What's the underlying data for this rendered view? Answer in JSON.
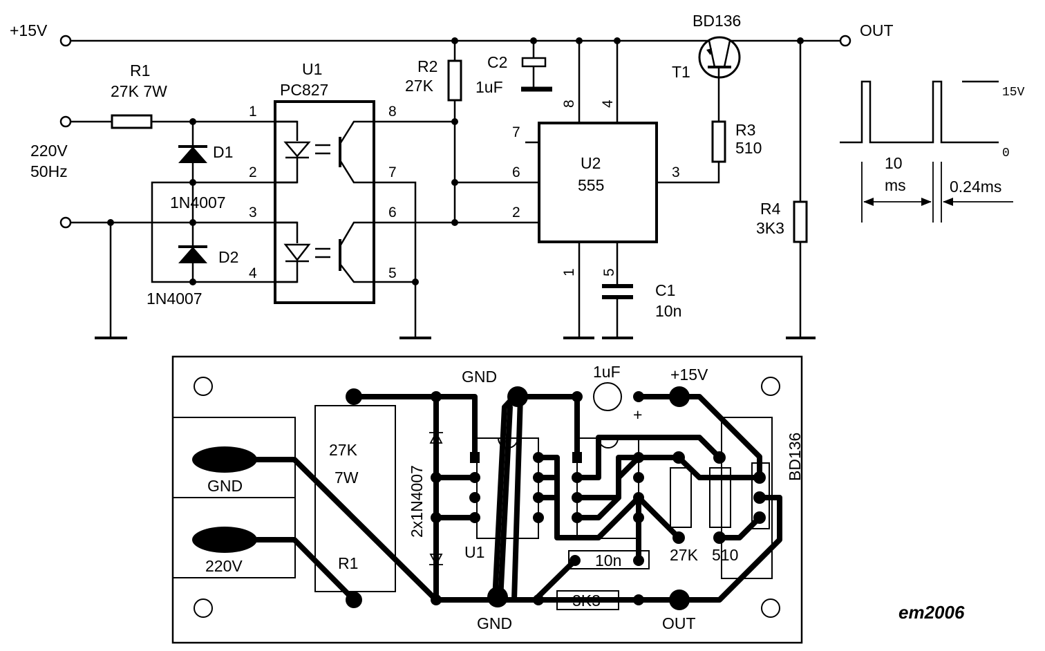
{
  "schematic": {
    "supply_label": "+15V",
    "out_label": "OUT",
    "input_label_1": "220V",
    "input_label_2": "50Hz",
    "r1": {
      "name": "R1",
      "value": "27K 7W"
    },
    "r2": {
      "name": "R2",
      "value": "27K"
    },
    "r3": {
      "name": "R3",
      "value": "510"
    },
    "r4": {
      "name": "R4",
      "value": "3K3"
    },
    "c1": {
      "name": "C1",
      "value": "10n"
    },
    "c2": {
      "name": "C2",
      "value": "1uF"
    },
    "d1": {
      "name": "D1",
      "part": "1N4007"
    },
    "d2": {
      "name": "D2",
      "part": "1N4007"
    },
    "u1": {
      "name": "U1",
      "part": "PC827",
      "pins": [
        "1",
        "2",
        "3",
        "4",
        "8",
        "7",
        "6",
        "5"
      ]
    },
    "u2": {
      "name": "U2",
      "part": "555",
      "pins": [
        "7",
        "6",
        "2",
        "8",
        "4",
        "3",
        "1",
        "5"
      ]
    },
    "t1": {
      "name": "T1",
      "part": "BD136"
    }
  },
  "waveform": {
    "high_label": "15V",
    "low_label": "0",
    "period_value": "10",
    "period_unit": "ms",
    "pulse_width": "0.24ms"
  },
  "pcb": {
    "gnd_top": "GND",
    "cap_label": "1uF",
    "supply_label": "+15V",
    "plus_sign": "+",
    "terminal_gnd": "GND",
    "terminal_220v": "220V",
    "r1_value": "27K",
    "r1_power": "7W",
    "r1_name": "R1",
    "diodes_label": "2x1N4007",
    "u1_label": "U1",
    "c_10n": "10n",
    "r_27k": "27K",
    "r_510": "510",
    "r_3k3": "3K3",
    "transistor_label": "BD136",
    "gnd_bottom": "GND",
    "out_bottom": "OUT"
  },
  "signature": "em2006"
}
